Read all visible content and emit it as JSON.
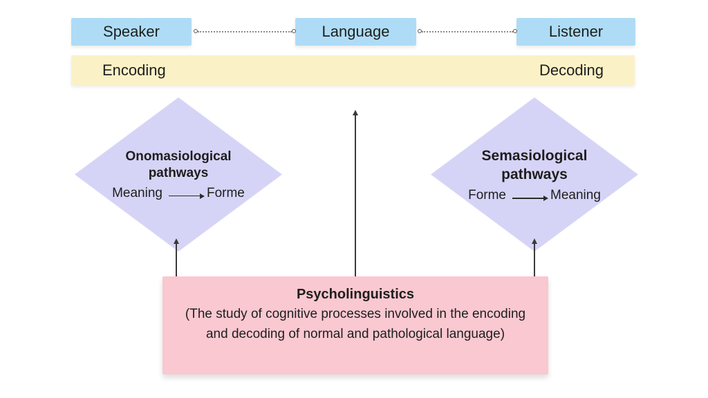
{
  "top_row": {
    "boxes": [
      {
        "label": "Speaker"
      },
      {
        "label": "Language"
      },
      {
        "label": "Listener"
      }
    ]
  },
  "process_bar": {
    "left_label": "Encoding",
    "right_label": "Decoding"
  },
  "diamonds": [
    {
      "title": "Onomasiological pathways",
      "source": "Meaning",
      "target": "Forme"
    },
    {
      "title": "Semasiological pathways",
      "source": "Forme",
      "target": "Meaning"
    }
  ],
  "definition_box": {
    "title": "Psycholinguistics",
    "body": "(The study of cognitive processes involved in the encoding and decoding of normal and pathological language)"
  },
  "colors": {
    "top_box_blue": "#aedcf6",
    "bar_yellow": "#fbf1c6",
    "diamond_lavender": "#d6d4f6",
    "definition_pink": "#f9c8d1",
    "text": "#1e1e1e",
    "arrow": "#3a3a3a",
    "background": "#ffffff"
  }
}
